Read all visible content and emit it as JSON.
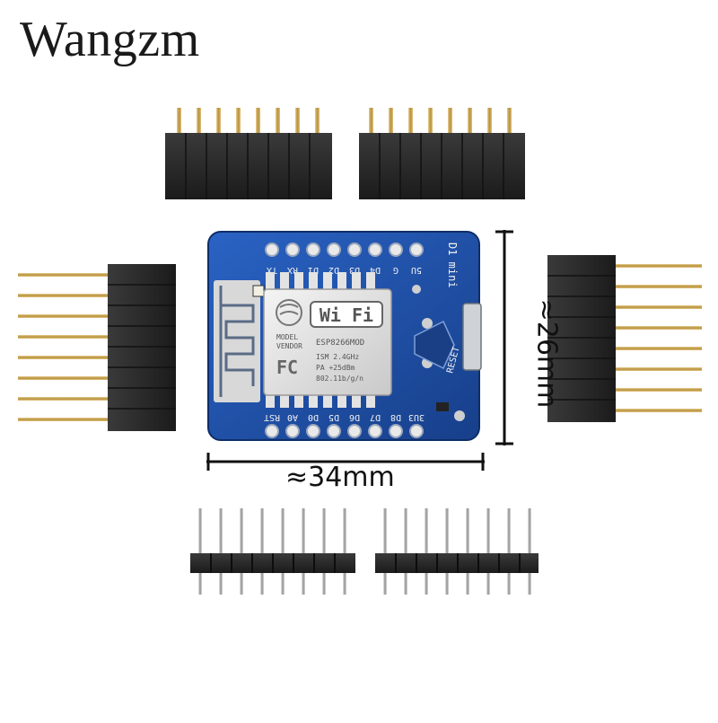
{
  "watermark": "Wangzm",
  "dimensions": {
    "width_label": "≈34mm",
    "height_label": "≈26mm"
  },
  "board": {
    "top_pins": [
      "5U",
      "G",
      "D4",
      "D3",
      "D2",
      "D1",
      "RX",
      "TX"
    ],
    "bottom_pins": [
      "RST",
      "A0",
      "D0",
      "D5",
      "D6",
      "D7",
      "D8",
      "3U3"
    ],
    "brand_label": "D1 mini",
    "reset_label": "RESET",
    "module": {
      "wifi_logo": "Wi Fi",
      "model_lines": [
        "MODEL",
        "VENDOR"
      ],
      "part_number": "ESP8266MOD",
      "cert": "FC",
      "spec_lines": [
        "ISM 2.4GHz",
        "PA +25dBm",
        "802.11b/g/n"
      ]
    }
  },
  "colors": {
    "pcb": "#1d4fa3",
    "header_plastic": "#262626",
    "pin_gold": "#c9a45a",
    "pin_silver": "#a7a7a7"
  }
}
